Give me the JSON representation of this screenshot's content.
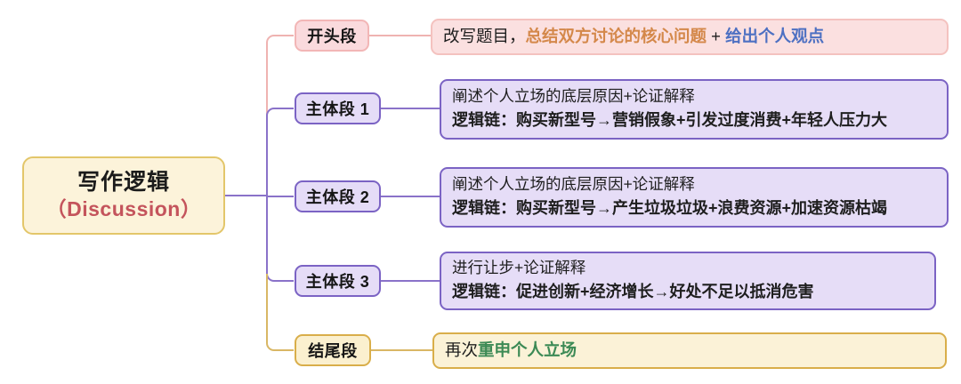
{
  "diagram": {
    "type": "mind-map",
    "root": {
      "line1": "写作逻辑",
      "line2": "（Discussion）"
    },
    "branches": [
      {
        "label": "开头段",
        "theme": "pink",
        "lines": [
          {
            "bold": false,
            "segments": [
              {
                "text": "改写题目，",
                "style": "plain"
              },
              {
                "text": "总结双方讨论的核心问题",
                "style": "orange"
              },
              {
                "text": " + ",
                "style": "plain"
              },
              {
                "text": "给出个人观点",
                "style": "blue"
              }
            ]
          }
        ]
      },
      {
        "label": "主体段 1",
        "theme": "purple",
        "lines": [
          {
            "bold": false,
            "segments": [
              {
                "text": "阐述个人立场的底层原因+论证解释",
                "style": "plain"
              }
            ]
          },
          {
            "bold": true,
            "segments": [
              {
                "text": "逻辑链：购买新型号→营销假象+引发过度消费+年轻人压力大",
                "style": "plain"
              }
            ]
          }
        ]
      },
      {
        "label": "主体段 2",
        "theme": "purple",
        "lines": [
          {
            "bold": false,
            "segments": [
              {
                "text": "阐述个人立场的底层原因+论证解释",
                "style": "plain"
              }
            ]
          },
          {
            "bold": true,
            "segments": [
              {
                "text": "逻辑链：购买新型号→产生垃圾垃圾+浪费资源+加速资源枯竭",
                "style": "plain"
              }
            ]
          }
        ]
      },
      {
        "label": "主体段 3",
        "theme": "purple",
        "lines": [
          {
            "bold": false,
            "segments": [
              {
                "text": "进行让步+论证解释",
                "style": "plain"
              }
            ]
          },
          {
            "bold": true,
            "segments": [
              {
                "text": "逻辑链：促进创新+经济增长→好处不足以抵消危害",
                "style": "plain"
              }
            ]
          }
        ]
      },
      {
        "label": "结尾段",
        "theme": "yellow",
        "lines": [
          {
            "bold": false,
            "segments": [
              {
                "text": "再次",
                "style": "plain"
              },
              {
                "text": "重申个人立场",
                "style": "green"
              }
            ]
          }
        ]
      }
    ],
    "colors": {
      "root_fill": "#fcf3da",
      "root_border": "#e3c66a",
      "root_title": "#1b1b1b",
      "root_subtitle": "#c4545c",
      "pink_fill": "#fbe0e0",
      "pink_border": "#f4c2bf",
      "purple_fill": "#e6ddf7",
      "purple_border": "#7b63c4",
      "yellow_fill": "#fbf2d7",
      "yellow_border": "#d9ae4a",
      "accent_orange": "#d4884a",
      "accent_blue": "#4d70c2",
      "accent_green": "#3c8a55"
    }
  }
}
